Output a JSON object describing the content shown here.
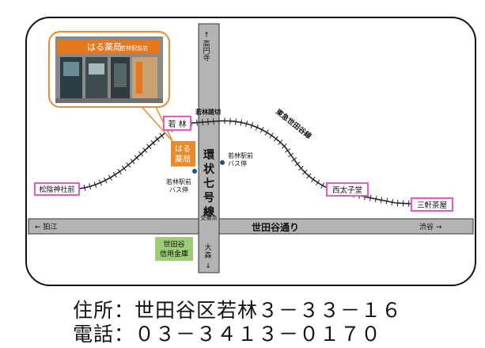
{
  "map": {
    "roads": {
      "ring7": "環状七号線",
      "setagaya_dori": "世田谷通り"
    },
    "directions": {
      "north": [
        "↑",
        "高",
        "円",
        "寺"
      ],
      "south": [
        "大",
        "森",
        "↓"
      ],
      "west": "← 狛江",
      "east": "渋谷 →"
    },
    "railway": "東急世田谷線",
    "crossing": "若林踏切",
    "intersection": [
      "若林",
      "交番点"
    ],
    "stations": {
      "shoin": "松陰神社前",
      "wakabayashi": "若 林",
      "nishitaishido": "西太子堂",
      "sangenjaya": "三軒茶屋"
    },
    "bus_stops": {
      "west": [
        "若林駅前",
        "バス停"
      ],
      "east": [
        "若林駅前",
        "バス停"
      ]
    },
    "pharmacy": {
      "name": [
        "はる",
        "薬局"
      ],
      "sign": "はる薬局",
      "sign_sub": "若林駅前店"
    },
    "bank": [
      "世田谷",
      "信用金庫"
    ]
  },
  "info": {
    "address": "住所：世田谷区若林３－３３－１６",
    "phone": "電話：０３－３４１３－０１７０"
  },
  "colors": {
    "station_border": "#e060c0",
    "pharmacy_orange": "#e98a2b",
    "bank_green": "#9ccc78",
    "road_gray": "#b4b4b4"
  }
}
